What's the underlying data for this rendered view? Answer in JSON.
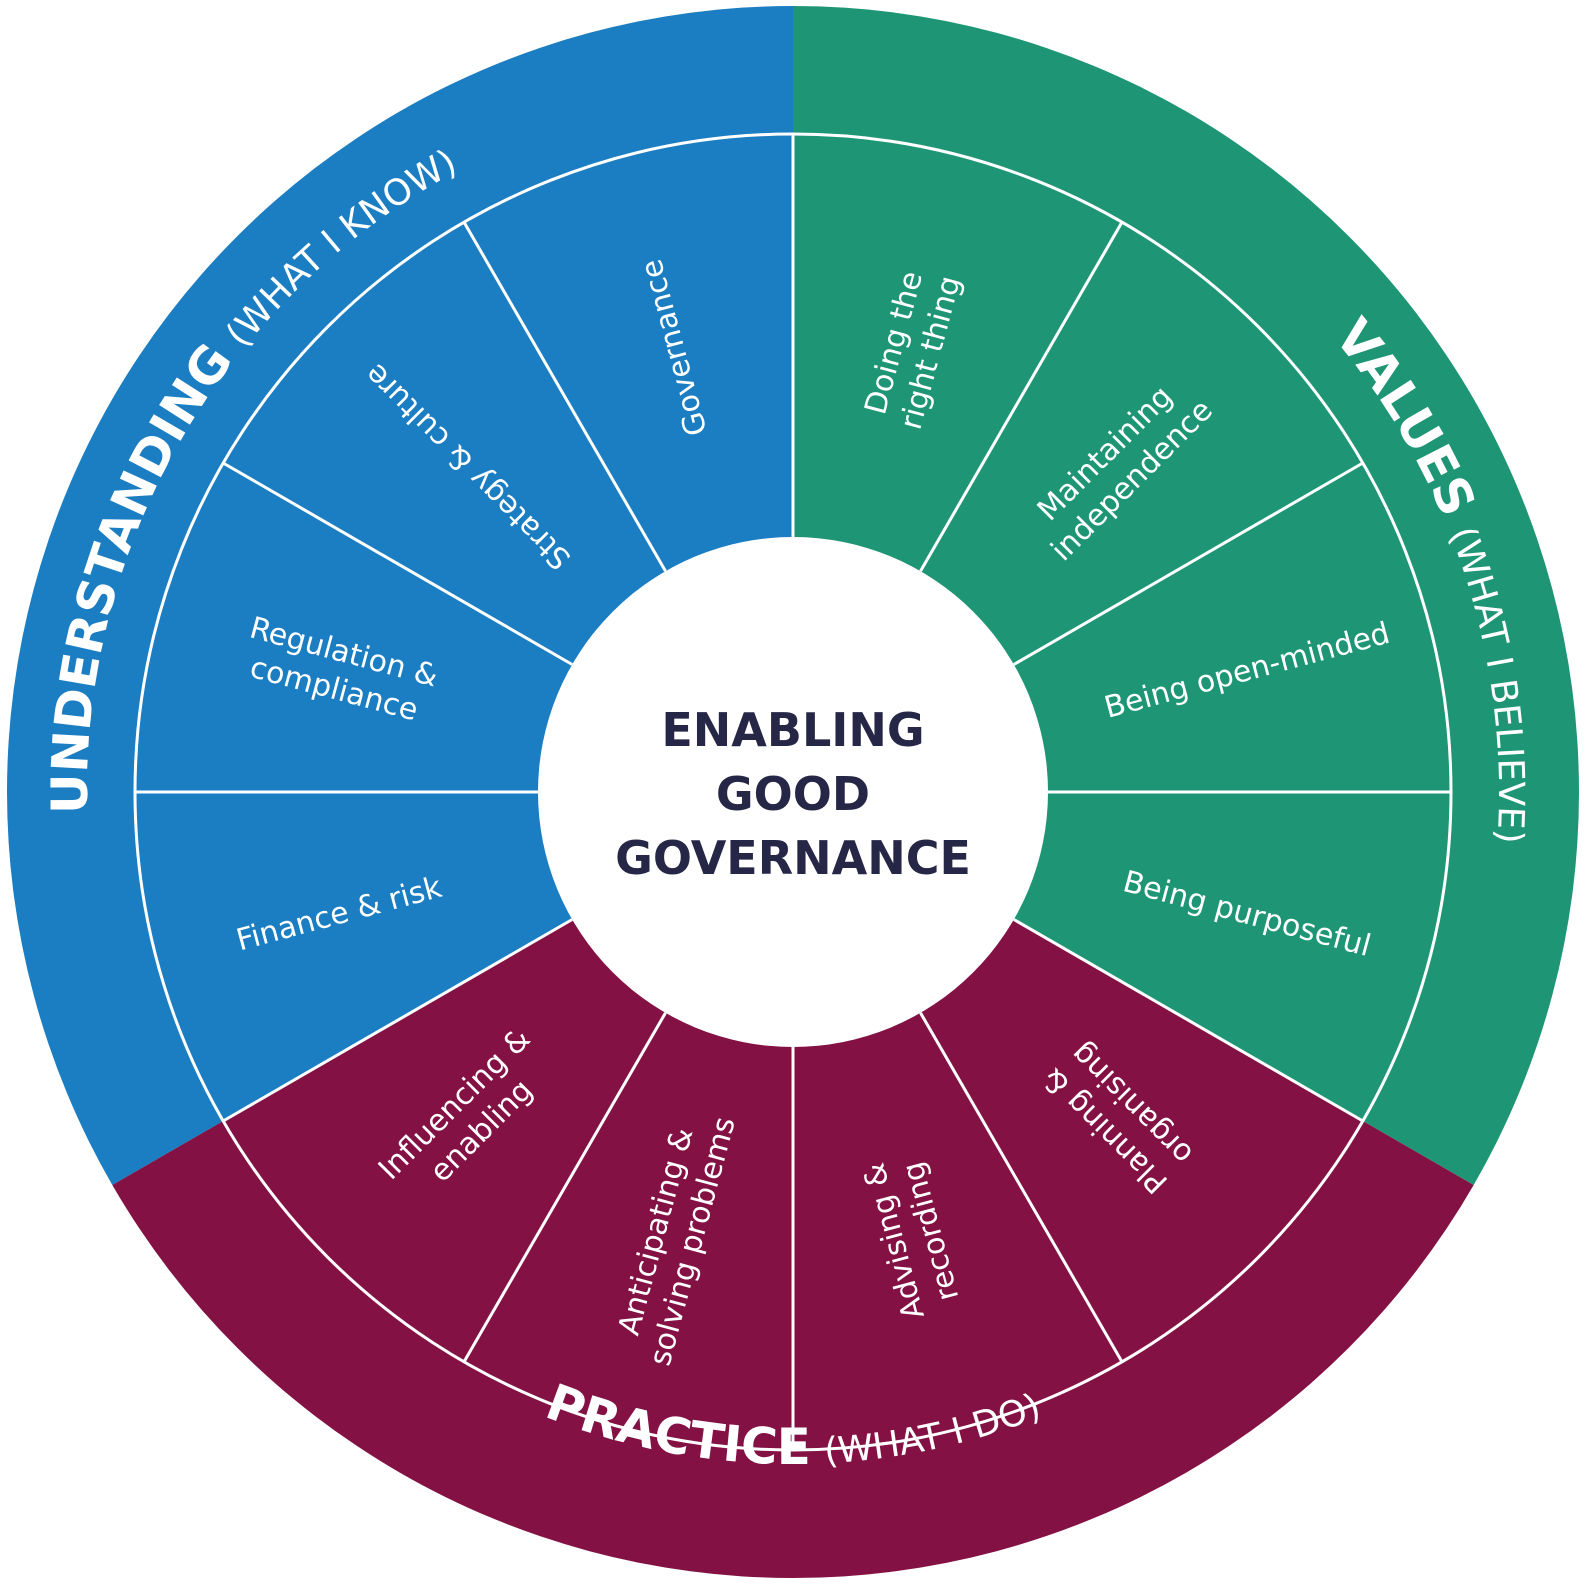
{
  "center": {
    "lines": [
      "ENABLING",
      "GOOD",
      "GOVERNANCE"
    ]
  },
  "groups": [
    {
      "id": "understanding",
      "title": "UNDERSTANDING",
      "subtitle": "(WHAT I KNOW)",
      "color": "#1b7dc2"
    },
    {
      "id": "values",
      "title": "VALUES",
      "subtitle": "(WHAT I BELIEVE)",
      "color": "#1e9676"
    },
    {
      "id": "practice",
      "title": "PRACTICE",
      "subtitle": "(WHAT I DO)",
      "color": "#831144"
    }
  ],
  "segments": [
    {
      "id": "doing-right-thing",
      "group": "values",
      "lines": [
        "Doing the",
        "right thing"
      ]
    },
    {
      "id": "maintaining-independence",
      "group": "values",
      "lines": [
        "Maintaining",
        "independence"
      ]
    },
    {
      "id": "being-open-minded",
      "group": "values",
      "lines": [
        "Being open-minded"
      ]
    },
    {
      "id": "being-purposeful",
      "group": "values",
      "lines": [
        "Being purposeful"
      ]
    },
    {
      "id": "planning-organising",
      "group": "practice",
      "lines": [
        "Planning &",
        "organising"
      ]
    },
    {
      "id": "advising-recording",
      "group": "practice",
      "lines": [
        "Advising &",
        "recording"
      ]
    },
    {
      "id": "anticipating-solving",
      "group": "practice",
      "lines": [
        "Anticipating &",
        "solving problems"
      ]
    },
    {
      "id": "influencing-enabling",
      "group": "practice",
      "lines": [
        "Influencing &",
        "enabling"
      ]
    },
    {
      "id": "finance-risk",
      "group": "understanding",
      "lines": [
        "Finance & risk"
      ]
    },
    {
      "id": "regulation-compliance",
      "group": "understanding",
      "lines": [
        "Regulation &",
        "compliance"
      ]
    },
    {
      "id": "strategy-culture",
      "group": "understanding",
      "lines": [
        "Strategy & culture"
      ]
    },
    {
      "id": "governance",
      "group": "understanding",
      "lines": [
        "Governance"
      ]
    }
  ],
  "divider_color": "#ffffff",
  "center_color": "#ffffff"
}
